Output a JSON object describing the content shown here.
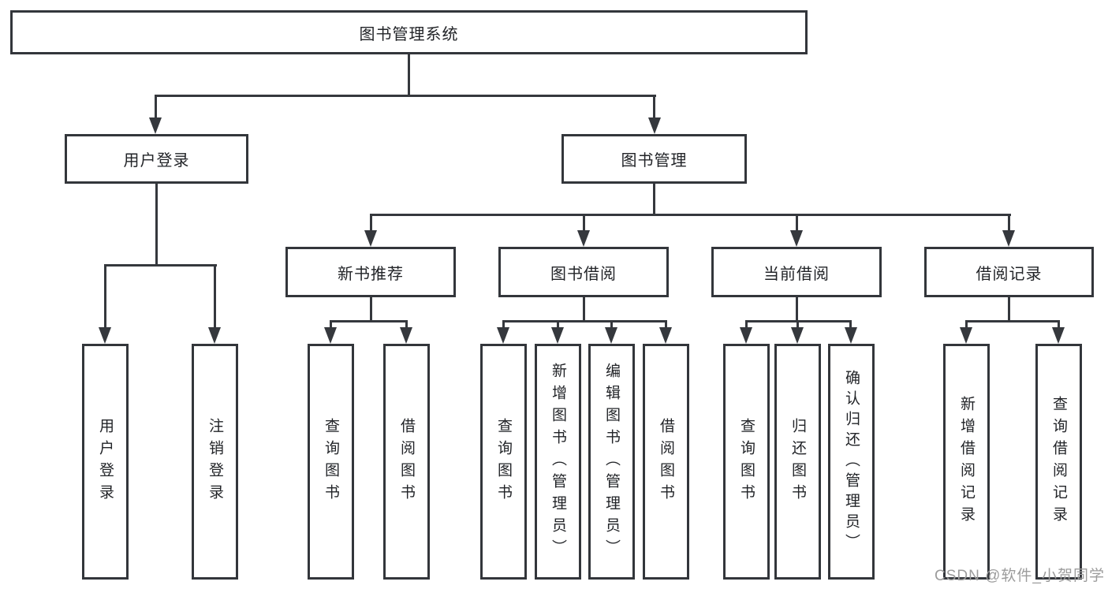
{
  "diagram": {
    "root_label": "图书管理系统",
    "level2": [
      {
        "label": "用户登录"
      },
      {
        "label": "图书管理"
      }
    ],
    "level3": [
      {
        "label": "新书推荐"
      },
      {
        "label": "图书借阅"
      },
      {
        "label": "当前借阅"
      },
      {
        "label": "借阅记录"
      }
    ],
    "leaf_groups": [
      {
        "items": [
          "用户登录",
          "注销登录"
        ]
      },
      {
        "items": [
          "查询图书",
          "借阅图书"
        ]
      },
      {
        "items": [
          "查询图书",
          "新增图书（管理员）",
          "编辑图书（管理员）",
          "借阅图书"
        ]
      },
      {
        "items": [
          "查询图书",
          "归还图书",
          "确认归还（管理员）"
        ]
      },
      {
        "items": [
          "新增借阅记录",
          "查询借阅记录"
        ]
      }
    ]
  },
  "watermark": "CSDN @软件_小贺同学",
  "colors": {
    "line": "#35383d",
    "box_border": "#33363b",
    "text": "#222428",
    "watermark": "#9c9c9c",
    "background": "#ffffff"
  }
}
